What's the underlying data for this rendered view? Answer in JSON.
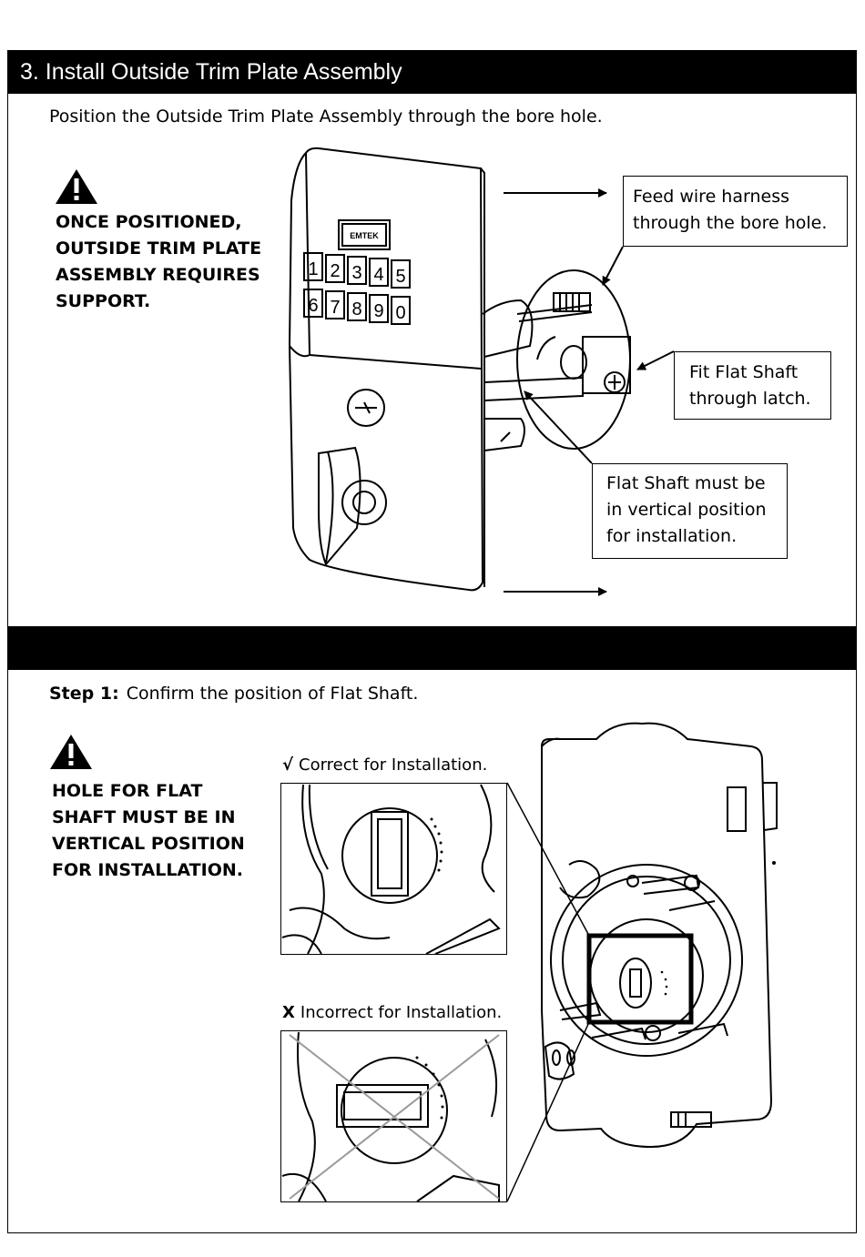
{
  "section": {
    "title": "3. Install Outside Trim Plate Assembly",
    "intro": "Position the Outside Trim Plate Assembly through the bore hole."
  },
  "warning_top": {
    "icon": "warning-triangle-icon",
    "lines": [
      "ONCE POSITIONED,",
      "OUTSIDE TRIM PLATE",
      "ASSEMBLY REQUIRES",
      "SUPPORT."
    ]
  },
  "callouts": {
    "wire": [
      "Feed wire harness",
      "through the bore hole."
    ],
    "shaft": [
      "Fit Flat Shaft",
      "through latch."
    ],
    "vertical": [
      "Flat Shaft must be",
      "in vertical position",
      "for installation."
    ]
  },
  "lock_brand": "EMTEK",
  "keypad_keys": [
    "1",
    "2",
    "3",
    "4",
    "5",
    "6",
    "7",
    "8",
    "9",
    "0"
  ],
  "step1": {
    "label": "Step 1:",
    "text": "Confirm the position of Flat Shaft."
  },
  "warning_bottom": {
    "icon": "warning-triangle-icon",
    "lines": [
      "HOLE FOR FLAT",
      "SHAFT MUST BE IN",
      "VERTICAL POSITION",
      "FOR INSTALLATION."
    ]
  },
  "correct": {
    "mark": "√",
    "text": "Correct for Installation."
  },
  "incorrect": {
    "mark": "X",
    "text": "Incorrect for Installation."
  },
  "colors": {
    "bar": "#000000",
    "ink": "#000000",
    "cross": "#9a9a9a"
  }
}
